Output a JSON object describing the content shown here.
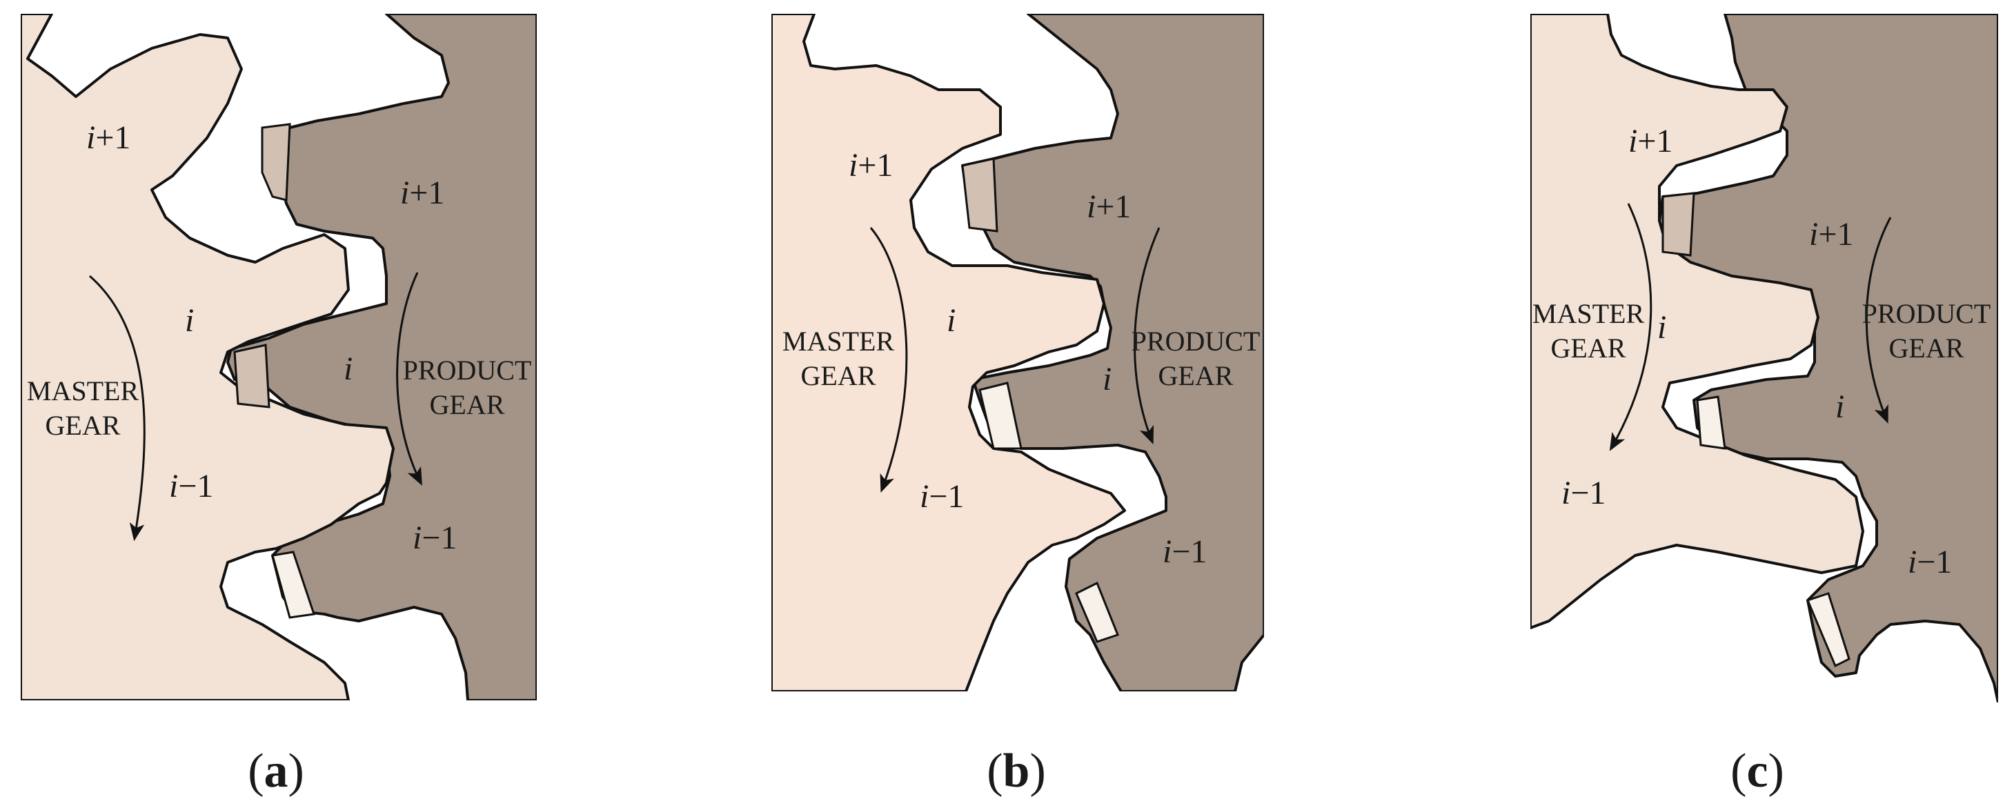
{
  "colors": {
    "master": "#f2e3d6",
    "master_b": "#f7e4d6",
    "product": "#a39487",
    "outline": "#111111",
    "contact_dark": "#d2c0b2",
    "contact_light": "#f7f1ea"
  },
  "panels": [
    {
      "id": "a",
      "caption": {
        "open": "(",
        "letter": "a",
        "close": ")"
      },
      "master_label": [
        "MASTER",
        "GEAR"
      ],
      "product_label": [
        "PRODUCT",
        "GEAR"
      ],
      "master_teeth": [
        {
          "var": "i",
          "suffix": "+1"
        },
        {
          "var": "i",
          "suffix": ""
        },
        {
          "var": "i",
          "suffix": "−1"
        }
      ],
      "product_teeth": [
        {
          "var": "i",
          "suffix": "+1"
        },
        {
          "var": "i",
          "suffix": ""
        },
        {
          "var": "i",
          "suffix": "−1"
        }
      ]
    },
    {
      "id": "b",
      "caption": {
        "open": "(",
        "letter": "b",
        "close": ")"
      },
      "master_label": [
        "MASTER",
        "GEAR"
      ],
      "product_label": [
        "PRODUCT",
        "GEAR"
      ],
      "master_teeth": [
        {
          "var": "i",
          "suffix": "+1"
        },
        {
          "var": "i",
          "suffix": ""
        },
        {
          "var": "i",
          "suffix": "−1"
        }
      ],
      "product_teeth": [
        {
          "var": "i",
          "suffix": "+1"
        },
        {
          "var": "i",
          "suffix": ""
        },
        {
          "var": "i",
          "suffix": "−1"
        }
      ]
    },
    {
      "id": "c",
      "caption": {
        "open": "(",
        "letter": "c",
        "close": ")"
      },
      "master_label": [
        "MASTER",
        "GEAR"
      ],
      "product_label": [
        "PRODUCT",
        "GEAR"
      ],
      "master_teeth": [
        {
          "var": "i",
          "suffix": "+1"
        },
        {
          "var": "i",
          "suffix": ""
        },
        {
          "var": "i",
          "suffix": "−1"
        }
      ],
      "product_teeth": [
        {
          "var": "i",
          "suffix": "+1"
        },
        {
          "var": "i",
          "suffix": ""
        },
        {
          "var": "i",
          "suffix": "−1"
        }
      ]
    }
  ]
}
